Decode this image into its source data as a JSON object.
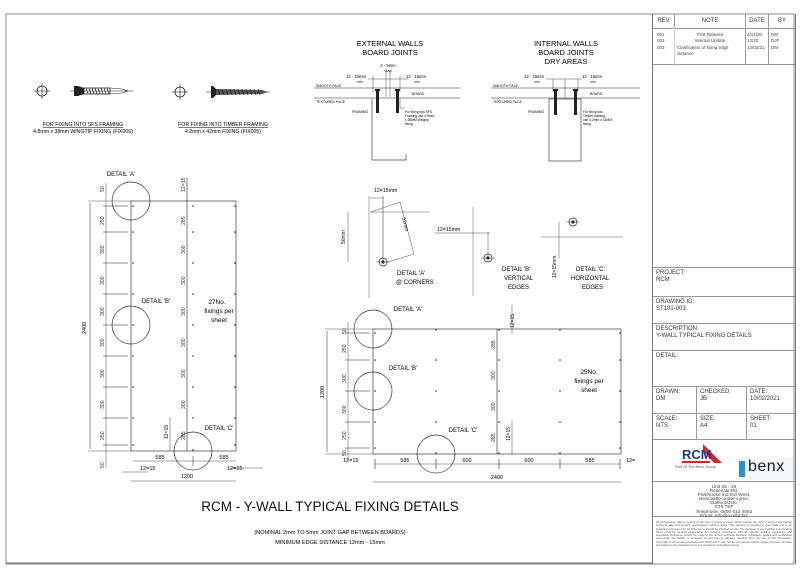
{
  "title": "RCM - Y-WALL TYPICAL FIXING DETAILS",
  "subtitle_1": "(NOMINAL 2mm TO 5mm JOINT GAP BETWEEN BOARDS)",
  "subtitle_2": "MINIMUM EDGE DISTANCE 12mm - 15mm",
  "fixings": {
    "sfs": {
      "line1": "FOR FIXING INTO SFS FRAMING",
      "line2": "4.8mm x 38mm WINGTIP FIXING (FIX006)"
    },
    "timber": {
      "line1": "FOR FIXING INTO TIMBER FRAMING",
      "line2": "4.2mm x 42mm FIXING (FIX005)"
    }
  },
  "external_joint": {
    "title1": "EXTERNAL WALLS",
    "title2": "BOARD JOINTS",
    "gap": "2 - 5mm",
    "gap_sub": "Gap",
    "edge_left": "12 - 15mm",
    "edge_right": "12 - 15mm",
    "min": "min",
    "smooth_face": "SMOOTH FACE",
    "textured_face": "TEXTURED FACE",
    "board": "BOARD",
    "framing": "FRAMING",
    "note1": "For fixing into SFS",
    "note2": "Framing use 4.8mm",
    "note3": "x 38MM Wingtip",
    "note4": "fixing"
  },
  "internal_joint": {
    "title1": "INTERNAL WALLS",
    "title2": "BOARD JOINTS",
    "title3": "DRY AREAS",
    "edge_left": "12 - 15mm",
    "edge_right": "12 - 15mm",
    "min": "min",
    "smooth_face": "SMOOTH FACE",
    "textured_face": "TEXTURED FACE",
    "board": "BOARD",
    "framing": "FRAMING",
    "note1": "For fixing into",
    "note2": "Timber framing",
    "note3": "use 4.2mm x 42MM",
    "note4": "fixing"
  },
  "details": {
    "a_dim_top": "12=15mm",
    "a_dim_side": "50mm",
    "a_dim_diag": "52mm",
    "a_label1": "DETAIL 'A'",
    "a_label2": "@ CORNERS",
    "b_dim": "12=15mm",
    "b_label1": "DETAIL 'B'",
    "b_label2": "VERTICAL",
    "b_label3": "EDGES",
    "c_dim": "12=15mm",
    "c_label1": "DETAIL 'C'",
    "c_label2": "HORIZONTAL",
    "c_label3": "EDGES"
  },
  "vertical_sheet": {
    "height": "2400",
    "width": "1200",
    "left_dims": [
      "50",
      "250",
      "300",
      "300",
      "300",
      "300",
      "300",
      "300",
      "250",
      "50"
    ],
    "mid_dims": [
      "12=15",
      "285",
      "300",
      "300",
      "300",
      "300",
      "300",
      "300",
      "285"
    ],
    "bottom_dims": [
      "585",
      "585"
    ],
    "edge_left": "12=15",
    "edge_right": "12=15",
    "edge_vert": "12=15",
    "detail_a": "DETAIL 'A'",
    "detail_b": "DETAIL 'B'",
    "detail_c": "DETAIL 'C'",
    "count1": "27No.",
    "count2": "fixings per",
    "count3": "sheet"
  },
  "horizontal_sheet": {
    "height": "1200",
    "width": "2400",
    "left_dims": [
      "50",
      "250",
      "300",
      "300",
      "250",
      "50"
    ],
    "mid_dims": [
      "285",
      "300",
      "300",
      "285"
    ],
    "bottom_dims": [
      "585",
      "600",
      "600",
      "585"
    ],
    "edge_left": "12=15",
    "edge_right": "12=",
    "edge_top": "12=15",
    "edge_mid": "12=15",
    "detail_a": "DETAIL 'A'",
    "detail_b": "DETAIL 'B'",
    "detail_c": "DETAIL 'C'",
    "count1": "25No.",
    "count2": "fixings per",
    "count3": "sheet"
  },
  "title_block": {
    "rev_headers": {
      "rev": "REV",
      "note": "NOTE",
      "date": "DATE",
      "by": "BY"
    },
    "revisions": [
      {
        "rev": "001",
        "note": "First Release",
        "date": "4/12/20",
        "by": "DM"
      },
      {
        "rev": "002",
        "note": "Internal Update",
        "date": "12/20",
        "by": "DJP"
      },
      {
        "rev": "003",
        "note": "Clarification of fixing edge distance",
        "date": "10/02/21",
        "by": "DM"
      }
    ],
    "project_label": "PROJECT:",
    "project": "RCM",
    "drawing_id_label": "DRAWING ID:",
    "drawing_id": "ST101-003",
    "description_label": "DESCRIPTION:",
    "description": "Y-WALL TYPICAL FIXING DETAILS",
    "detail_label": "DETAIL:",
    "drawn_label": "DRAWN:",
    "drawn": "DM",
    "checked_label": "CHECKED:",
    "checked": "JB",
    "date_label": "DATE:",
    "date": "10/02/2021",
    "scale_label": "SCALE:",
    "scale": "NTS",
    "size_label": "SIZE:",
    "size": "A4",
    "sheet_label": "SHEET:",
    "sheet": "01",
    "logo_rcm": "RCM",
    "logo_group": "Part Of The Benx Group",
    "logo_benx": "benx",
    "address": [
      "Unit 25 - 26",
      "Rosevale Rd,",
      "Parkhouse Ind Est West,",
      "Newcastle-under-Lyme,",
      "Staffordshire,",
      "ST5 7EF",
      "Telephone: 0800 612 4662",
      "Email: info@rcmltd.biz"
    ],
    "disclaimer": "All performance data is correct at the time of going to press. RCM reserve the right to amend and update technical data and product specifications without notice. This drawing is supplied in good faith and is for guidance purposes only. All dimensions should be checked on site. The designer of any building incorporating these products remains responsible for ensuring compliance with all relevant building regulations and standards. Reference should be made to the current technical literature, installation guides and certification documents. No liability is accepted for any loss or damage resulting from the use of this information. Copyright of this drawing remains with RCM and it may not be reproduced without written consent. All sales are subject to the standard terms and conditions of the Benx Group."
  }
}
